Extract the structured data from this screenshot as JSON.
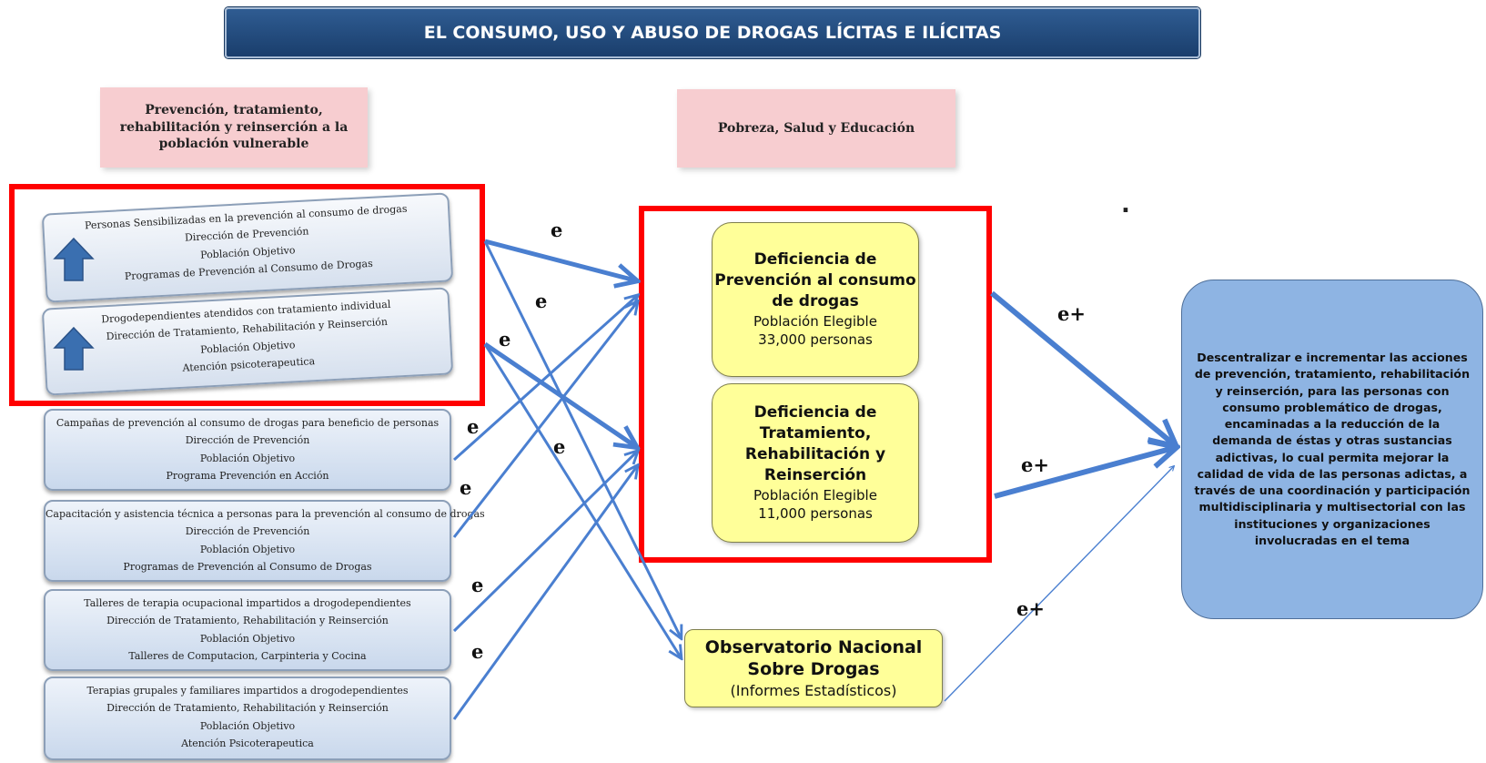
{
  "title": "EL CONSUMO, USO Y ABUSO DE DROGAS LÍCITAS E ILÍCITAS",
  "header_left": "Prevención, tratamiento, rehabilitación y reinserción a la población vulnerable",
  "header_right": "Pobreza, Salud y Educación",
  "dot": ".",
  "components": [
    {
      "lines": [
        "Personas Sensibilizadas en la prevención al consumo de drogas",
        "Dirección de Prevención",
        "Población Objetivo",
        "Programas de Prevención al Consumo de Drogas"
      ]
    },
    {
      "lines": [
        "Drogodependientes atendidos con tratamiento individual",
        "Dirección de Tratamiento, Rehabilitación y Reinserción",
        "Población Objetivo",
        "Atención psicoterapeutica"
      ]
    },
    {
      "lines": [
        "Campañas de prevención al consumo de drogas para beneficio de personas",
        "Dirección de Prevención",
        "Población Objetivo",
        "Programa Prevención en Acción"
      ]
    },
    {
      "lines": [
        "Capacitación y asistencia técnica a personas para la prevención al consumo de drogas",
        "Dirección de Prevención",
        "Población Objetivo",
        "Programas de Prevención al Consumo de Drogas"
      ]
    },
    {
      "lines": [
        "Talleres de terapia ocupacional impartidos a drogodependientes",
        "Dirección de Tratamiento, Rehabilitación y Reinserción",
        "Población Objetivo",
        "Talleres de Computacion, Carpinteria y Cocina"
      ]
    },
    {
      "lines": [
        "Terapias grupales y familiares impartidos a drogodependientes",
        "Dirección de Tratamiento, Rehabilitación y Reinserción",
        "Población Objetivo",
        "Atención Psicoterapeutica"
      ]
    }
  ],
  "problems": [
    {
      "head": "Deficiencia de Prevención al consumo de drogas",
      "sub1": "Población Elegible",
      "sub2": "33,000 personas"
    },
    {
      "head": "Deficiencia de Tratamiento, Rehabilitación y Reinserción",
      "sub1": "Población Elegible",
      "sub2": "11,000 personas"
    }
  ],
  "observatory": {
    "head": "Observatorio Nacional Sobre Drogas",
    "sub": "(Informes Estadísticos)"
  },
  "result": "Descentralizar e incrementar las acciones de prevención, tratamiento, rehabilitación y reinserción, para las personas con consumo problemático de drogas, encaminadas a la reducción de la demanda de éstas y otras sustancias adictivas, lo cual permita mejorar la calidad de vida de las personas adictas, a través de una coordinación y participación multidisciplinaria y multisectorial con las instituciones y organizaciones involucradas en el tema",
  "edge_labels": [
    "e",
    "e",
    "e",
    "e",
    "e",
    "e",
    "e",
    "e",
    "e+",
    "e+",
    "e+"
  ],
  "colors": {
    "title_bg": "#1f4778",
    "arrow": "#4a7fd0",
    "highlight_border": "#ff0000",
    "problem_fill": "#ffff99",
    "result_fill": "#8eb4e3",
    "component_fill": "#c9d8ec",
    "header_fill": "#f7cdd0"
  }
}
